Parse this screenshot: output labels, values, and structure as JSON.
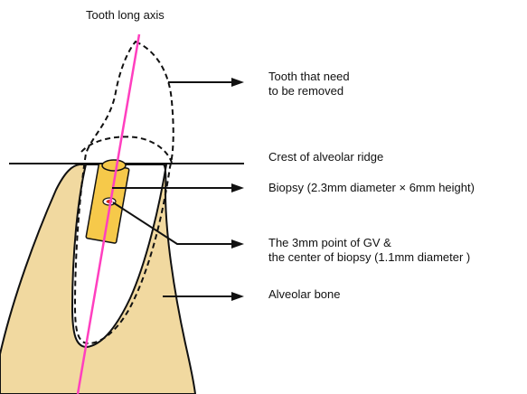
{
  "title": "Tooth long axis",
  "labels": {
    "tooth": [
      "Tooth that need",
      "to be removed"
    ],
    "crest": "Crest of alveolar ridge",
    "biopsy": "Biopsy (2.3mm diameter × 6mm height)",
    "gv_point": [
      "The 3mm point of GV &",
      "the center of biopsy (1.1mm diameter )"
    ],
    "bone": "Alveolar bone"
  },
  "colors": {
    "bone_fill": "#f1d9a0",
    "biopsy_fill": "#f6c94a",
    "axis_line": "#ff3fbf",
    "center_point": "#d9261c",
    "outline": "#111111"
  }
}
